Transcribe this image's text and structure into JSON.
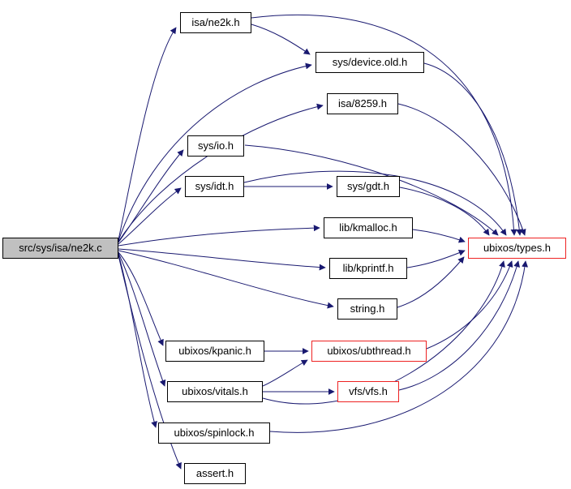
{
  "graph": {
    "kind": "include-dependency-graph",
    "root": "src/sys/isa/ne2k.c"
  },
  "colors": {
    "edge": "#191970",
    "node_border": "#000000",
    "red_node_border": "#ee2222",
    "main_node_bg": "#c0c0c0",
    "node_bg": "#ffffff",
    "background": "#ffffff"
  },
  "nodes": {
    "main": {
      "label": "src/sys/isa/ne2k.c",
      "kind": "main"
    },
    "isa_ne2k": {
      "label": "isa/ne2k.h",
      "kind": "normal"
    },
    "device": {
      "label": "sys/device.old.h",
      "kind": "normal"
    },
    "isa8259": {
      "label": "isa/8259.h",
      "kind": "normal"
    },
    "sysio": {
      "label": "sys/io.h",
      "kind": "normal"
    },
    "sysidt": {
      "label": "sys/idt.h",
      "kind": "normal"
    },
    "sysgdt": {
      "label": "sys/gdt.h",
      "kind": "normal"
    },
    "kmalloc": {
      "label": "lib/kmalloc.h",
      "kind": "normal"
    },
    "types": {
      "label": "ubixos/types.h",
      "kind": "red"
    },
    "kprintf": {
      "label": "lib/kprintf.h",
      "kind": "normal"
    },
    "string": {
      "label": "string.h",
      "kind": "normal"
    },
    "kpanic": {
      "label": "ubixos/kpanic.h",
      "kind": "normal"
    },
    "ubthread": {
      "label": "ubixos/ubthread.h",
      "kind": "red"
    },
    "vitals": {
      "label": "ubixos/vitals.h",
      "kind": "normal"
    },
    "vfs": {
      "label": "vfs/vfs.h",
      "kind": "red"
    },
    "spinlock": {
      "label": "ubixos/spinlock.h",
      "kind": "normal"
    },
    "assert": {
      "label": "assert.h",
      "kind": "normal"
    }
  },
  "edges": [
    {
      "from": "src/sys/isa/ne2k.c",
      "to": "isa/ne2k.h"
    },
    {
      "from": "src/sys/isa/ne2k.c",
      "to": "sys/device.old.h"
    },
    {
      "from": "src/sys/isa/ne2k.c",
      "to": "isa/8259.h"
    },
    {
      "from": "src/sys/isa/ne2k.c",
      "to": "sys/io.h"
    },
    {
      "from": "src/sys/isa/ne2k.c",
      "to": "sys/idt.h"
    },
    {
      "from": "src/sys/isa/ne2k.c",
      "to": "lib/kmalloc.h"
    },
    {
      "from": "src/sys/isa/ne2k.c",
      "to": "lib/kprintf.h"
    },
    {
      "from": "src/sys/isa/ne2k.c",
      "to": "string.h"
    },
    {
      "from": "src/sys/isa/ne2k.c",
      "to": "ubixos/kpanic.h"
    },
    {
      "from": "src/sys/isa/ne2k.c",
      "to": "ubixos/vitals.h"
    },
    {
      "from": "src/sys/isa/ne2k.c",
      "to": "ubixos/spinlock.h"
    },
    {
      "from": "src/sys/isa/ne2k.c",
      "to": "assert.h"
    },
    {
      "from": "isa/ne2k.h",
      "to": "sys/device.old.h"
    },
    {
      "from": "isa/ne2k.h",
      "to": "ubixos/types.h"
    },
    {
      "from": "sys/device.old.h",
      "to": "ubixos/types.h"
    },
    {
      "from": "isa/8259.h",
      "to": "ubixos/types.h"
    },
    {
      "from": "sys/io.h",
      "to": "ubixos/types.h"
    },
    {
      "from": "sys/idt.h",
      "to": "sys/gdt.h"
    },
    {
      "from": "sys/idt.h",
      "to": "ubixos/types.h"
    },
    {
      "from": "sys/gdt.h",
      "to": "ubixos/types.h"
    },
    {
      "from": "lib/kmalloc.h",
      "to": "ubixos/types.h"
    },
    {
      "from": "lib/kprintf.h",
      "to": "ubixos/types.h"
    },
    {
      "from": "string.h",
      "to": "ubixos/types.h"
    },
    {
      "from": "ubixos/kpanic.h",
      "to": "ubixos/ubthread.h"
    },
    {
      "from": "ubixos/vitals.h",
      "to": "ubixos/ubthread.h"
    },
    {
      "from": "ubixos/vitals.h",
      "to": "vfs/vfs.h"
    },
    {
      "from": "ubixos/vitals.h",
      "to": "ubixos/types.h"
    },
    {
      "from": "ubixos/ubthread.h",
      "to": "ubixos/types.h"
    },
    {
      "from": "vfs/vfs.h",
      "to": "ubixos/types.h"
    },
    {
      "from": "ubixos/spinlock.h",
      "to": "ubixos/types.h"
    }
  ]
}
